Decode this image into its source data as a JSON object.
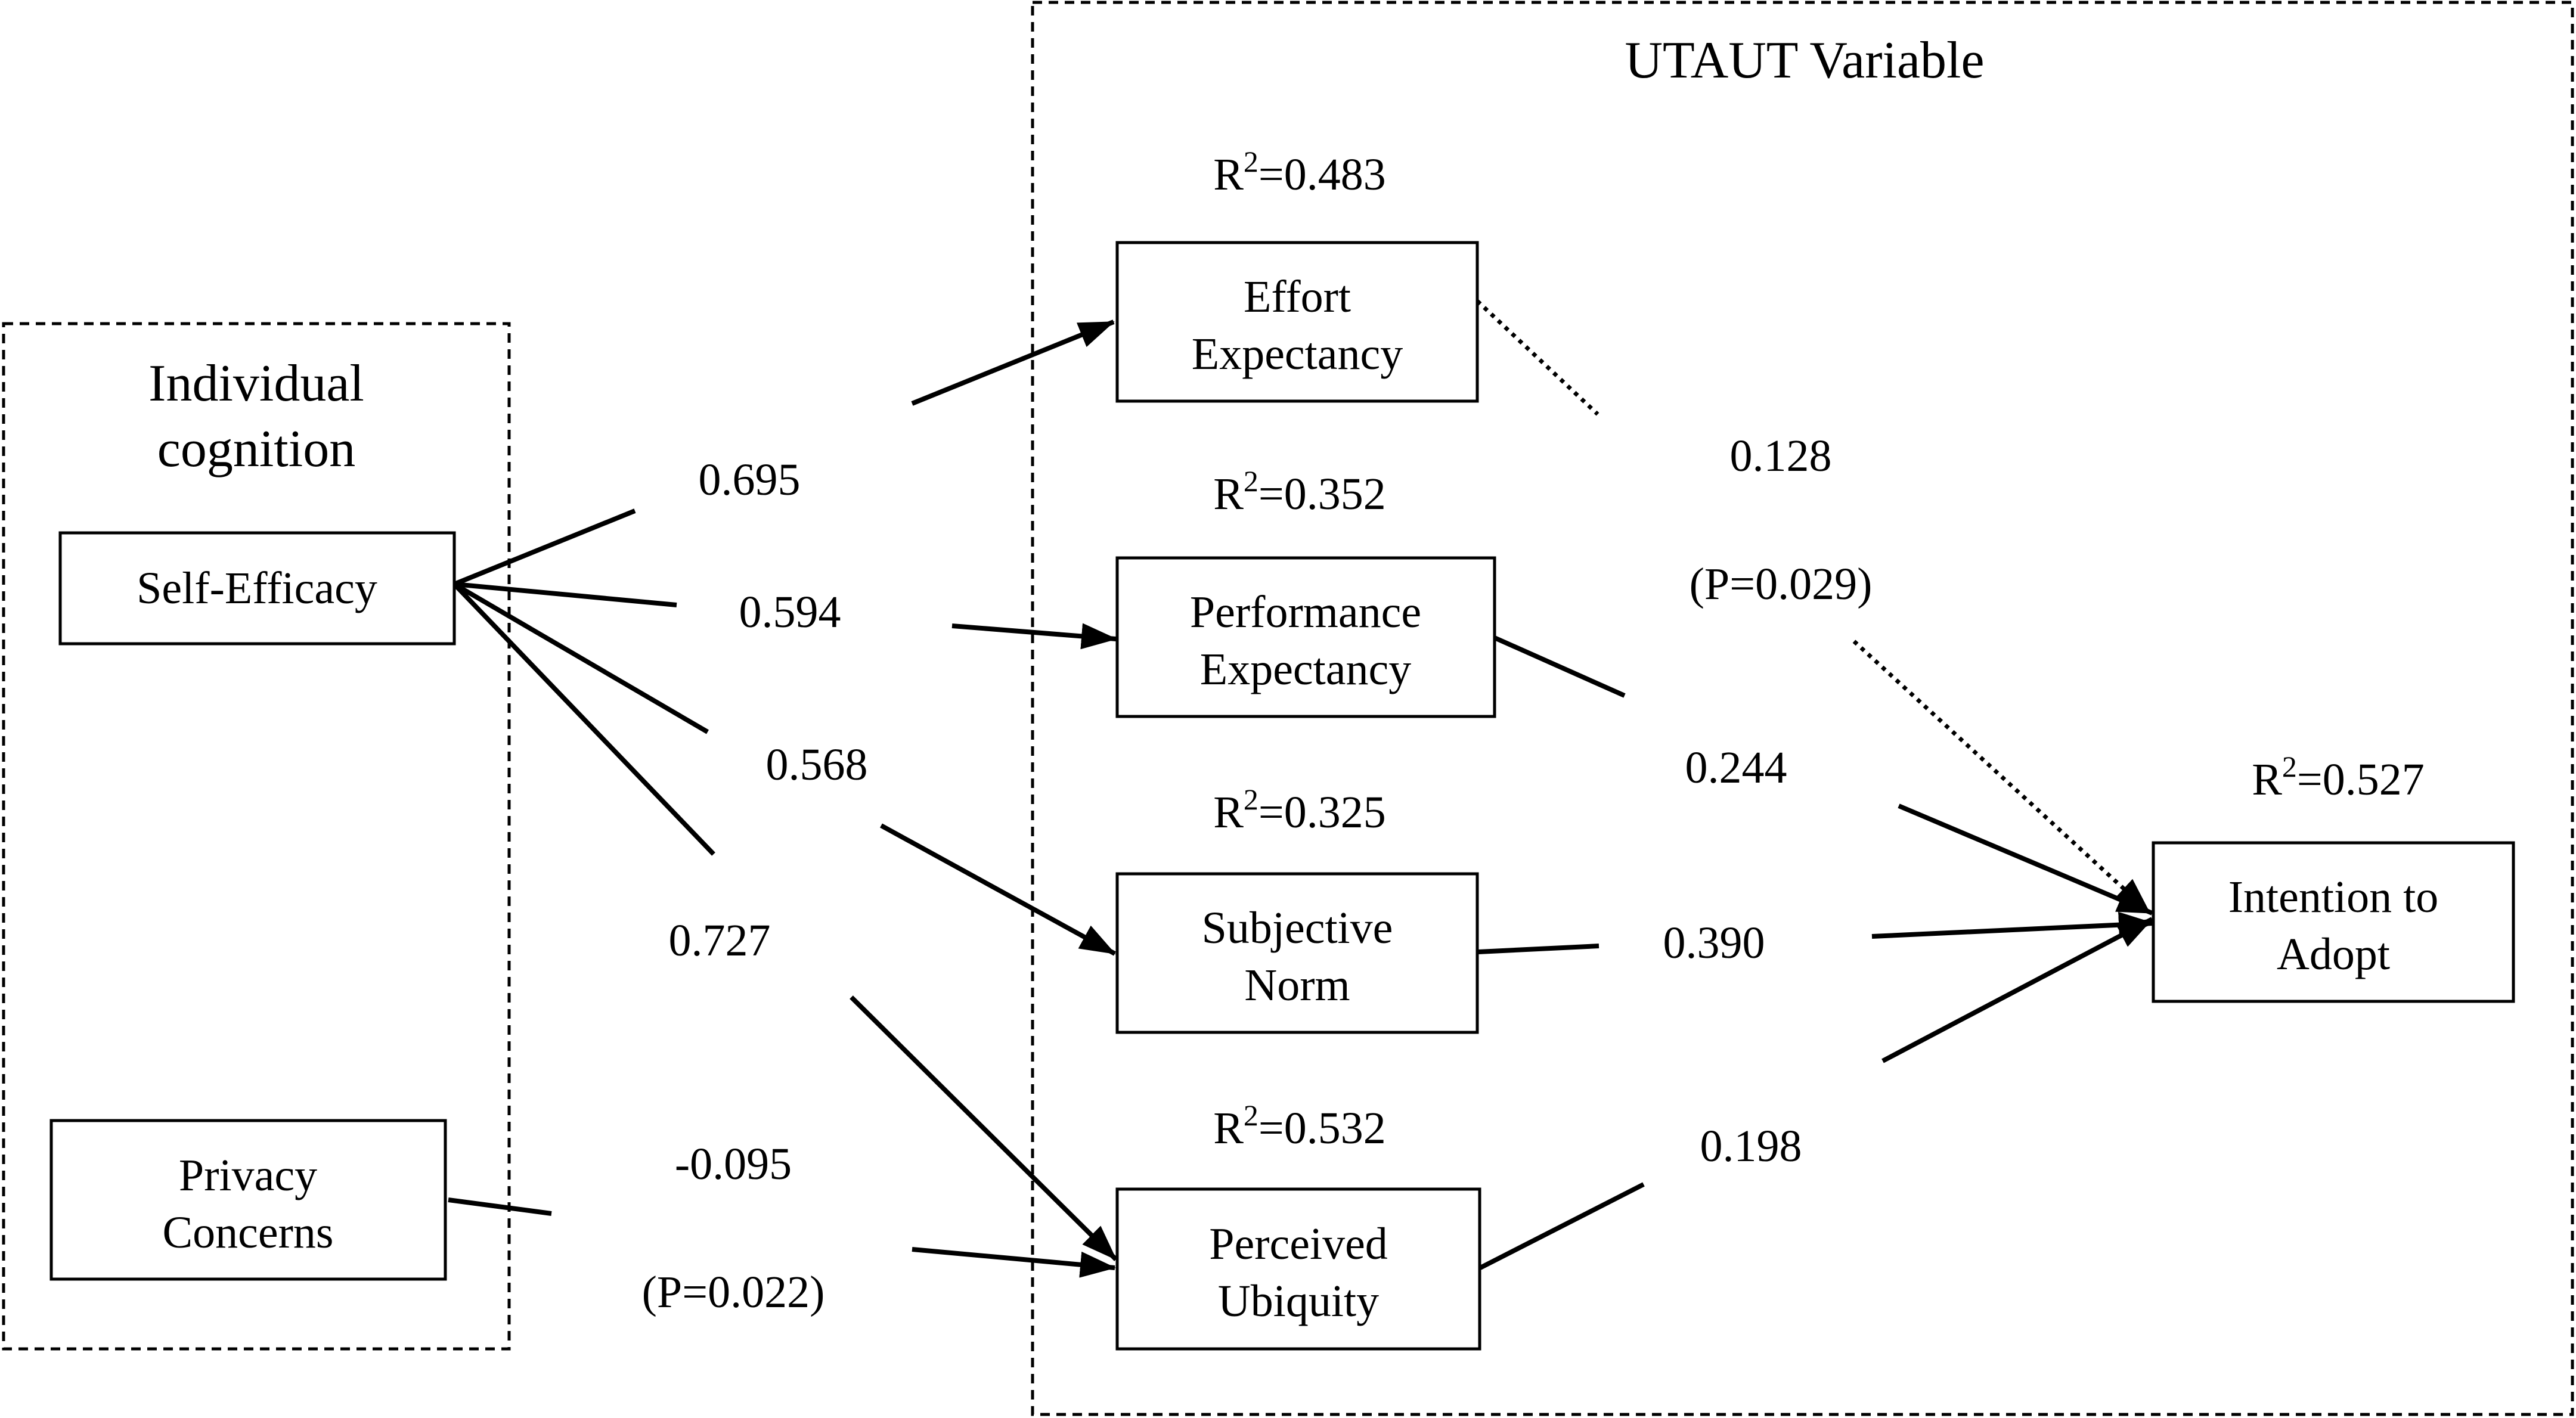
{
  "groups": {
    "individual": {
      "title_line1": "Individual",
      "title_line2": "cognition"
    },
    "utaut": {
      "title": "UTAUT Variable"
    }
  },
  "nodes": {
    "self_efficacy": {
      "label": "Self-Efficacy"
    },
    "privacy_concerns": {
      "line1": "Privacy",
      "line2": "Concerns"
    },
    "effort_expectancy": {
      "line1": "Effort",
      "line2": "Expectancy",
      "r2": {
        "prefix": "R",
        "sup": "2",
        "value": "=0.483"
      }
    },
    "performance_expectancy": {
      "line1": "Performance",
      "line2": "Expectancy",
      "r2": {
        "prefix": "R",
        "sup": "2",
        "value": "=0.352"
      }
    },
    "subjective_norm": {
      "line1": "Subjective",
      "line2": "Norm",
      "r2": {
        "prefix": "R",
        "sup": "2",
        "value": "=0.325"
      }
    },
    "perceived_ubiquity": {
      "line1": "Perceived",
      "line2": "Ubiquity",
      "r2": {
        "prefix": "R",
        "sup": "2",
        "value": "=0.532"
      }
    },
    "intention_to_adopt": {
      "line1": "Intention to",
      "line2": "Adopt",
      "r2": {
        "prefix": "R",
        "sup": "2",
        "value": "=0.527"
      }
    }
  },
  "edges": {
    "se_ee": {
      "coef": "0.695",
      "style": "solid"
    },
    "se_pe": {
      "coef": "0.594",
      "style": "solid"
    },
    "se_sn": {
      "coef": "0.568",
      "style": "solid"
    },
    "se_pu": {
      "coef": "0.727",
      "style": "solid"
    },
    "pc_pu": {
      "coef": "-0.095",
      "p_value": "(P=0.022)",
      "style": "solid"
    },
    "ee_ia": {
      "coef": "0.128",
      "p_value": "(P=0.029)",
      "style": "dotted"
    },
    "pe_ia": {
      "coef": "0.244",
      "style": "solid"
    },
    "sn_ia": {
      "coef": "0.390",
      "style": "solid"
    },
    "pu_ia": {
      "coef": "0.198",
      "style": "solid"
    }
  }
}
